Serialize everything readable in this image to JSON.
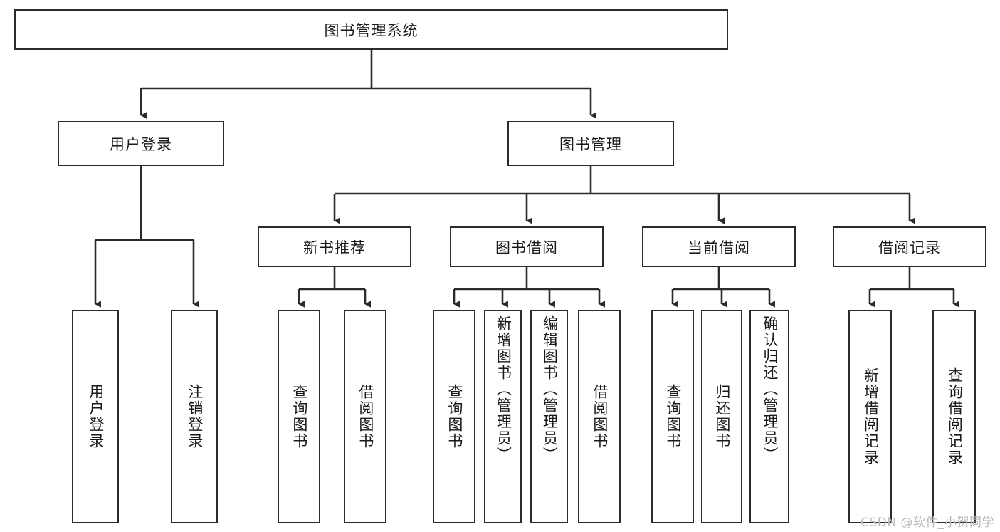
{
  "diagram": {
    "title": "图书管理系统",
    "type": "tree-hierarchy",
    "root": {
      "label": "图书管理系统"
    },
    "level2": [
      {
        "label": "用户登录"
      },
      {
        "label": "图书管理"
      }
    ],
    "level3": [
      {
        "label": "新书推荐"
      },
      {
        "label": "图书借阅"
      },
      {
        "label": "当前借阅"
      },
      {
        "label": "借阅记录"
      }
    ],
    "leaves": {
      "user_login": [
        {
          "label": "用户登录"
        },
        {
          "label": "注销登录"
        }
      ],
      "new_book_recommend": [
        {
          "label": "查询图书"
        },
        {
          "label": "借阅图书"
        }
      ],
      "book_borrow": [
        {
          "label": "查询图书"
        },
        {
          "label": "新增图书（管理员）"
        },
        {
          "label": "编辑图书（管理员）"
        },
        {
          "label": "借阅图书"
        }
      ],
      "current_borrow": [
        {
          "label": "查询图书"
        },
        {
          "label": "归还图书"
        },
        {
          "label": "确认归还（管理员）"
        }
      ],
      "borrow_record": [
        {
          "label": "新增借阅记录"
        },
        {
          "label": "查询借阅记录"
        }
      ]
    }
  },
  "watermark": {
    "text": "CSDN @软件_小贺同学"
  },
  "colors": {
    "box_border": "#2b2b2b",
    "box_fill": "#ffffff",
    "edge": "#2b2b2b",
    "text": "#1a1a1a",
    "watermark": "#b9b9b9"
  }
}
